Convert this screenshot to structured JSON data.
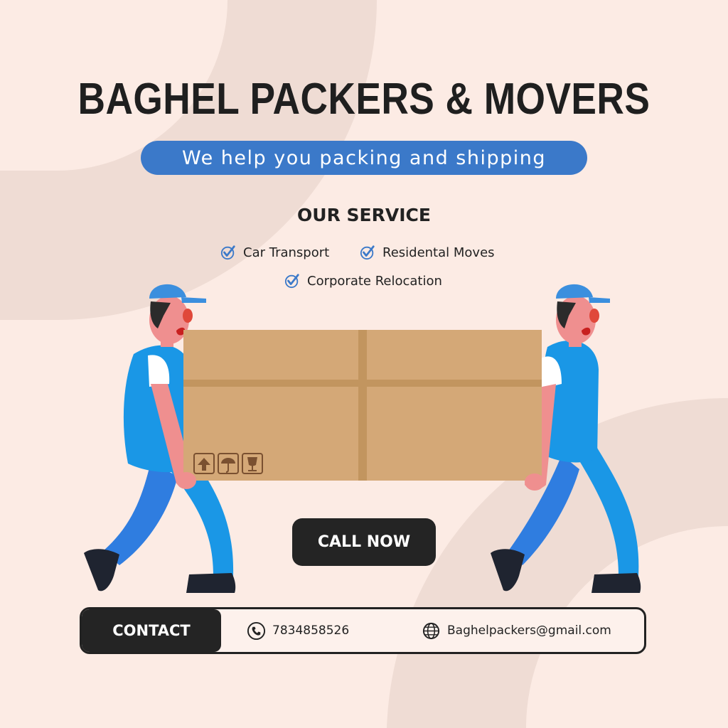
{
  "title": "BAGHEL PACKERS & MOVERS",
  "tagline": "We help you packing and shipping",
  "services": {
    "heading": "OUR SERVICE",
    "items": [
      "Car Transport",
      "Residental Moves",
      "Corporate Relocation"
    ]
  },
  "call_to_action": "CALL NOW",
  "contact": {
    "label": "CONTACT",
    "phone": "7834858526",
    "email": "Baghelpackers@gmail.com"
  },
  "colors": {
    "background": "#fcebe4",
    "accent_blue": "#3b79c9",
    "dark": "#242424",
    "box": "#d4a877"
  },
  "icons": [
    "check-icon",
    "phone-icon",
    "globe-icon",
    "up-arrow-icon",
    "umbrella-icon",
    "fragile-glass-icon"
  ]
}
